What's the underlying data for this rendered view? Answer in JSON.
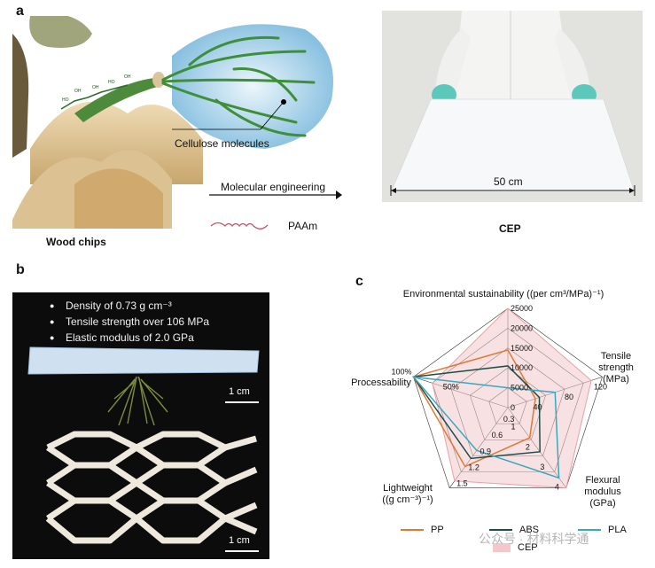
{
  "panel_a": {
    "letter": "a",
    "cellulose_label": "Cellulose molecules",
    "wood_chips_label": "Wood chips",
    "arrow_label": "Molecular engineering",
    "paam_label": "PAAm",
    "dimension_label": "50 cm",
    "product_label": "CEP"
  },
  "panel_b": {
    "letter": "b",
    "bullets": [
      "Density of 0.73 g cm⁻³",
      "Tensile strength over 106 MPa",
      "Elastic modulus of 2.0 GPa"
    ],
    "scale_top": "1 cm",
    "scale_bottom": "1 cm"
  },
  "panel_c": {
    "letter": "c",
    "watermark": "公众号 · 材料科学通"
  },
  "colors": {
    "pp": "#e07a30",
    "abs": "#1f4e4a",
    "pla": "#38a8be",
    "cep_fill": "#f3c8cc",
    "cep_stroke": "#e8a0a6"
  },
  "chart_data": {
    "type": "radar",
    "title": "",
    "axes": [
      {
        "name": "Environmental sustainability ((per cm³/MPa)⁻¹)",
        "range": [
          0,
          25000
        ],
        "ticks": [
          "0",
          "5000",
          "10000",
          "15000",
          "20000",
          "25000"
        ],
        "label_lines": [
          "Environmental sustainability ((per cm³/MPa)⁻¹)"
        ]
      },
      {
        "name": "Tensile strength (MPa)",
        "range": [
          0,
          120
        ],
        "ticks": [
          "40",
          "80",
          "120"
        ],
        "label_lines": [
          "Tensile",
          "strength",
          "(MPa)"
        ]
      },
      {
        "name": "Flexural modulus (GPa)",
        "range": [
          0,
          4
        ],
        "ticks": [
          "1",
          "2",
          "3",
          "4"
        ],
        "label_lines": [
          "Flexural",
          "modulus",
          "(GPa)"
        ]
      },
      {
        "name": "Lightweight ((g cm⁻³)⁻¹)",
        "range": [
          0,
          1.5
        ],
        "ticks": [
          "0.3",
          "0.6",
          "0.9",
          "1.2",
          "1.5"
        ],
        "label_lines": [
          "Lightweight",
          "((g cm⁻³)⁻¹)"
        ]
      },
      {
        "name": "Processability",
        "range": [
          0,
          100
        ],
        "ticks": [
          "50%",
          "100%"
        ],
        "label_lines": [
          "Processability"
        ]
      }
    ],
    "series": [
      {
        "name": "PP",
        "values": [
          14500,
          35,
          1.5,
          1.1,
          100
        ]
      },
      {
        "name": "ABS",
        "values": [
          10500,
          40,
          2.2,
          0.95,
          100
        ]
      },
      {
        "name": "PLA",
        "values": [
          5000,
          60,
          3.5,
          0.8,
          100
        ]
      },
      {
        "name": "CEP",
        "values": [
          25000,
          106,
          4,
          1.37,
          80
        ]
      }
    ],
    "grid": true,
    "legend_position": "bottom"
  }
}
